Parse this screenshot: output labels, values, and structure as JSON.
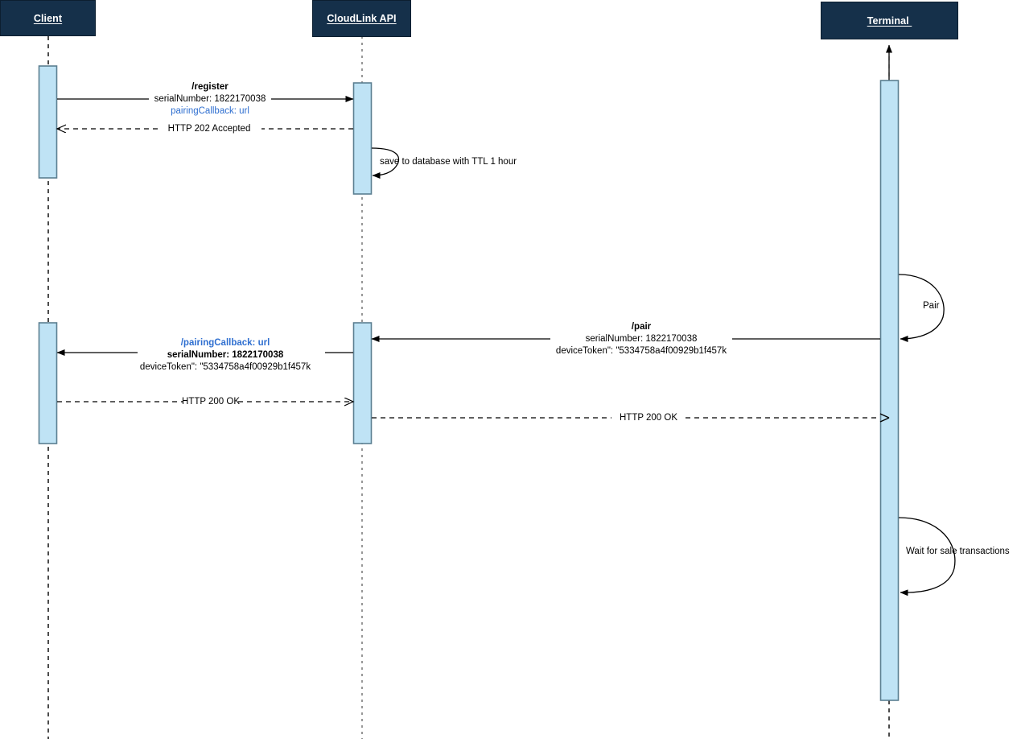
{
  "diagram": {
    "type": "sequence-diagram",
    "title": "CloudLink terminal pairing sequence",
    "colors": {
      "actor_box_fill": "#15304a",
      "actor_text": "#ffffff",
      "activation_fill": "#bfe3f5",
      "activation_stroke": "#5b7f91",
      "line": "#000000",
      "lifeline_client": "#000000",
      "lifeline_api": "#8c8c8c",
      "lifeline_terminal": "#000000",
      "accent_blue": "#2f6fd0"
    },
    "actors": [
      {
        "id": "client",
        "label": "Client"
      },
      {
        "id": "api",
        "label": "CloudLink API"
      },
      {
        "id": "terminal",
        "label": "Terminal "
      }
    ],
    "messages": [
      {
        "id": "register",
        "from": "client",
        "to": "api",
        "style": "solid",
        "lines": [
          {
            "text": "/register",
            "weight": "bold",
            "color": "black"
          },
          {
            "text": "serialNumber: 1822170038",
            "weight": "normal",
            "color": "black"
          },
          {
            "text": "pairingCallback: url",
            "weight": "normal",
            "color": "blue"
          }
        ]
      },
      {
        "id": "register-response",
        "from": "api",
        "to": "client",
        "style": "dashed",
        "lines": [
          {
            "text": "HTTP 202 Accepted",
            "weight": "normal",
            "color": "black"
          }
        ]
      },
      {
        "id": "save-to-database",
        "from": "api",
        "to": "api",
        "style": "self-loop",
        "lines": [
          {
            "text": "save to database with TTL 1 hour",
            "weight": "normal",
            "color": "black"
          }
        ]
      },
      {
        "id": "pair-self",
        "from": "terminal",
        "to": "terminal",
        "style": "self-loop",
        "lines": [
          {
            "text": "Pair",
            "weight": "normal",
            "color": "black"
          }
        ]
      },
      {
        "id": "pair",
        "from": "terminal",
        "to": "api",
        "style": "solid",
        "lines": [
          {
            "text": "/pair",
            "weight": "bold",
            "color": "black"
          },
          {
            "text": "serialNumber: 1822170038",
            "weight": "normal",
            "color": "black"
          },
          {
            "text": "deviceToken\": \"5334758a4f00929b1f457k",
            "weight": "normal",
            "color": "black"
          }
        ]
      },
      {
        "id": "pairing-callback",
        "from": "api",
        "to": "client",
        "style": "solid",
        "lines": [
          {
            "text": "/pairingCallback: url",
            "weight": "bold",
            "color": "blue"
          },
          {
            "text": "serialNumber: 1822170038",
            "weight": "bold",
            "color": "black"
          },
          {
            "text": "deviceToken\": \"5334758a4f00929b1f457k",
            "weight": "normal",
            "color": "black"
          }
        ]
      },
      {
        "id": "callback-response",
        "from": "client",
        "to": "api",
        "style": "dashed",
        "lines": [
          {
            "text": "HTTP 200 OK",
            "weight": "normal",
            "color": "black"
          }
        ]
      },
      {
        "id": "pair-response",
        "from": "api",
        "to": "terminal",
        "style": "dashed",
        "lines": [
          {
            "text": "HTTP 200 OK",
            "weight": "normal",
            "color": "black"
          }
        ]
      },
      {
        "id": "wait-for-sale",
        "from": "terminal",
        "to": "terminal",
        "style": "self-loop",
        "lines": [
          {
            "text": "Wait for sale transactions",
            "weight": "normal",
            "color": "black"
          }
        ]
      }
    ]
  }
}
